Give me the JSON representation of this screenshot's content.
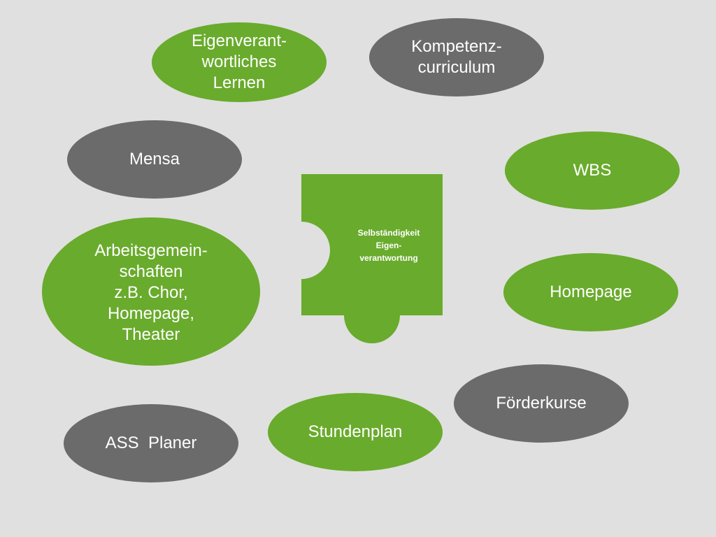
{
  "colors": {
    "background": "#e0e0e0",
    "green": "#69ab2c",
    "gray": "#6b6b6b",
    "text": "#ffffff"
  },
  "center": {
    "shape": "puzzle-piece",
    "lines": [
      "Selbständigkeit",
      "Eigen-",
      "verantwortung"
    ]
  },
  "nodes": {
    "eigenverantwortliches": {
      "color": "green",
      "lines": [
        "Eigenverant-",
        "wortliches",
        "Lernen"
      ]
    },
    "kompetenz": {
      "color": "gray",
      "lines": [
        "Kompetenz-",
        "curriculum"
      ]
    },
    "mensa": {
      "color": "gray",
      "lines": [
        "Mensa"
      ]
    },
    "wbs": {
      "color": "green",
      "lines": [
        "WBS"
      ]
    },
    "arbeitsgemeinschaften": {
      "color": "green",
      "lines": [
        "Arbeitsgemein-",
        "schaften",
        "z.B. Chor,",
        "Homepage,",
        "Theater"
      ]
    },
    "homepage": {
      "color": "green",
      "lines": [
        "Homepage"
      ]
    },
    "foerderkurse": {
      "color": "gray",
      "lines": [
        "Förderkurse"
      ]
    },
    "stundenplan": {
      "color": "green",
      "lines": [
        "Stundenplan"
      ]
    },
    "ass_planer": {
      "color": "gray",
      "lines": [
        "ASS  Planer"
      ]
    }
  }
}
